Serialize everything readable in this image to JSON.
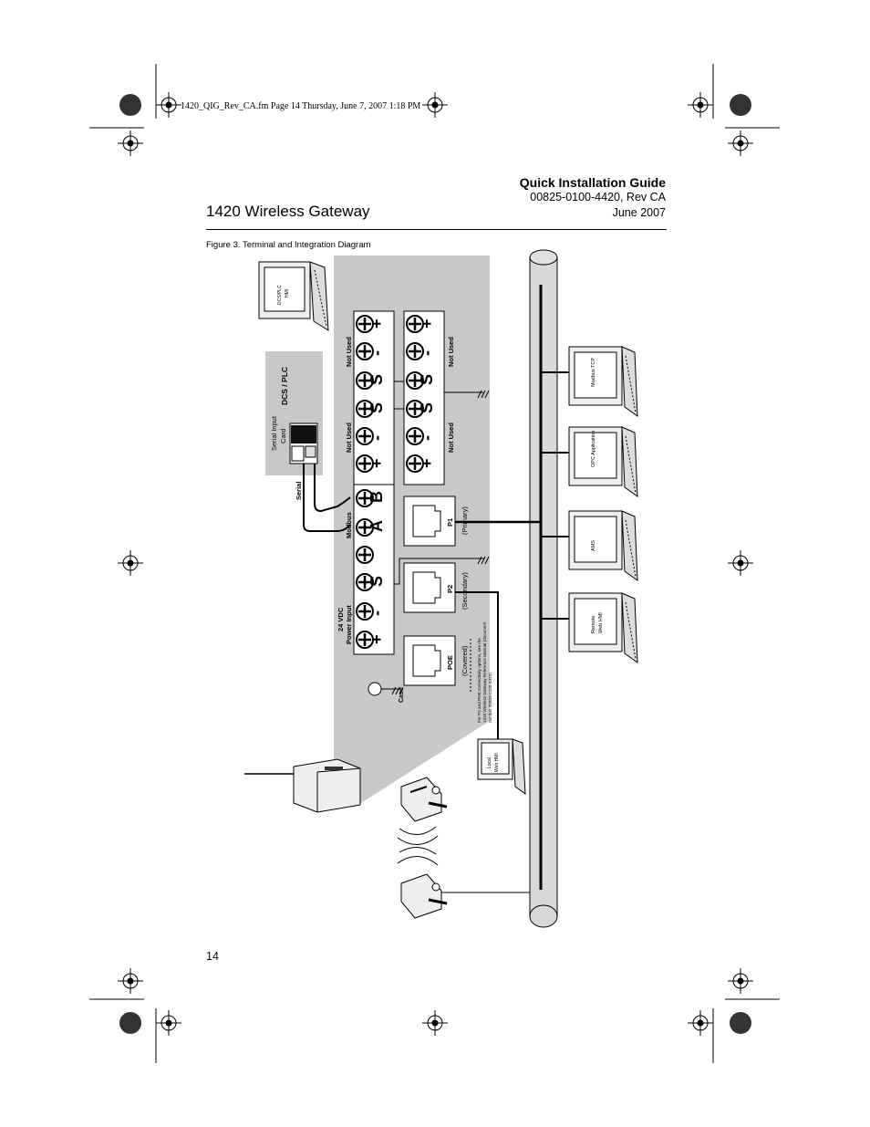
{
  "header": {
    "slug": "1420_QIG_Rev_CA.fm  Page 14  Thursday, June 7, 2007  1:18 PM",
    "guide_title": "Quick Installation Guide",
    "doc_number": "00825-0100-4420, Rev CA",
    "date": "June 2007",
    "product_title": "1420 Wireless Gateway"
  },
  "figure": {
    "caption": "Figure 3.  Terminal and Integration Diagram",
    "labels": {
      "dcs_plc": "DCS / PLC",
      "serial_input_card_1": "Serial Input",
      "serial_input_card_2": "Card",
      "serial": "Serial",
      "not_used": "Not Used",
      "modbus": "Modbus",
      "power_1": "24 VDC",
      "power_2": "Power Input",
      "case": "Case",
      "p1": "P1",
      "p1_sub": "(Primary)",
      "p2": "P2",
      "p2_sub": "(Secondary)",
      "poe": "POE",
      "poe_sub": "(Covered)",
      "note_1": "For P2 and POE connectivity options, see the",
      "note_2": "1420 Wireless Gateway Reference Manual (document",
      "note_3": "number 00809-0100-4420)."
    },
    "terminals": {
      "plus": "+",
      "minus": "-",
      "shield": "S",
      "a": "A",
      "b": "B"
    },
    "computers": {
      "dcs_hmi_1": "DCS/PLC",
      "dcs_hmi_2": "HMI",
      "modbus_tcp": "Modbus TCP",
      "opc": "OPC Application",
      "ams": "AMS",
      "remote_1": "Remote",
      "remote_2": "Web HMI",
      "local_1": "Local",
      "local_2": "Web HMI"
    }
  },
  "footer": {
    "page_number": "14"
  }
}
